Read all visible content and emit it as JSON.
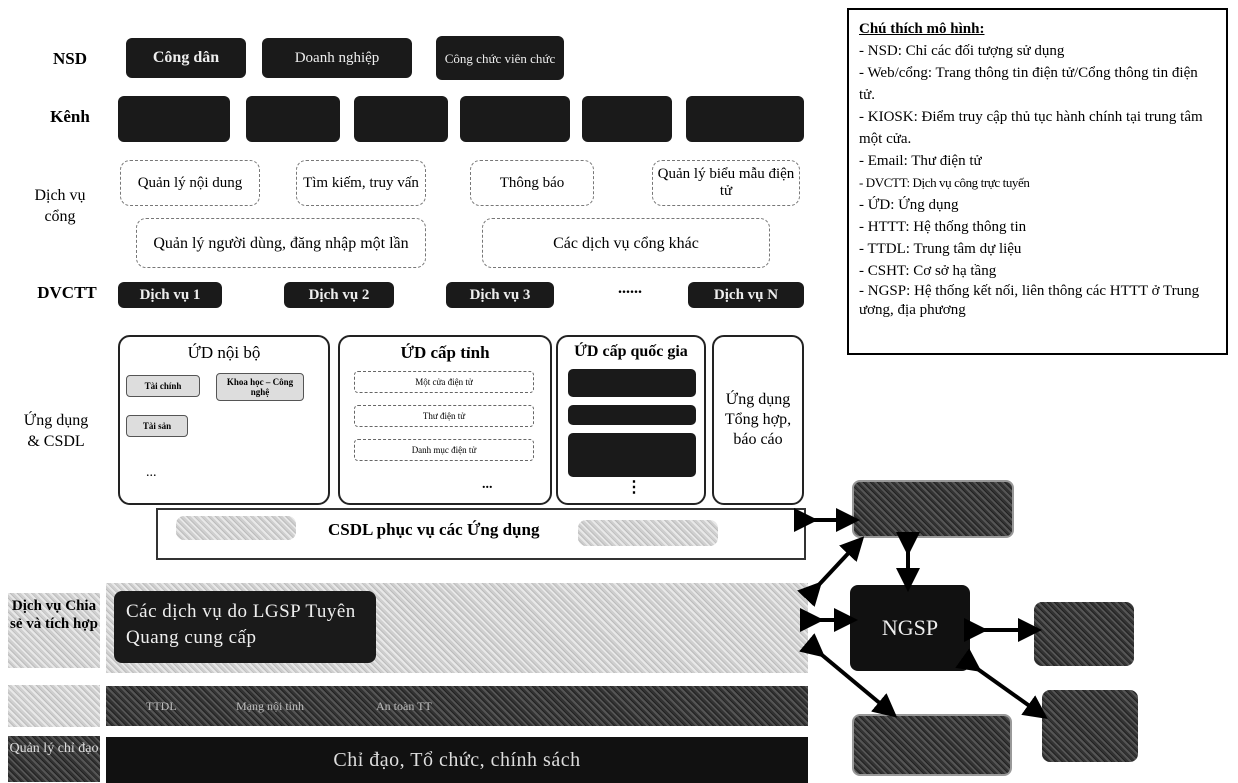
{
  "rows": {
    "nsd": "NSD",
    "kenh": "Kênh",
    "dichvu_cong": "Dịch vụ cổng",
    "dvctt": "DVCTT",
    "ungdung": "Ứng dụng & CSDL",
    "tichhop": "Dịch vụ Chia sẻ và tích hợp",
    "quanly": "Quản lý chỉ đạo"
  },
  "nsd": {
    "cong_dan": "Công dân",
    "doanh_nghiep": "Doanh nghiệp",
    "cong_chuc": "Công chức viên chức"
  },
  "dich_vu_cong": {
    "quan_ly_noi_dung": "Quản lý nội dung",
    "tim_kiem": "Tìm kiếm, truy vấn",
    "thong_bao": "Thông báo",
    "bieu_mau": "Quản lý biểu mẫu điện tử",
    "nguoi_dung": "Quản lý người dùng, đăng nhập một lần",
    "cong_khac": "Các dịch vụ cổng khác"
  },
  "dvctt": {
    "dv1": "Dịch vụ 1",
    "dv2": "Dịch vụ 2",
    "dv3": "Dịch vụ 3",
    "dots": "......",
    "dvn": "Dịch vụ N"
  },
  "apps": {
    "noibo": {
      "title": "ỨD nội bộ",
      "tai_chinh": "Tài chính",
      "khoa_hoc": "Khoa học – Công nghệ",
      "tai_san": "Tài sản",
      "more": "..."
    },
    "captinh": {
      "title": "ỨD cấp tỉnh",
      "mot_cua": "Một cửa điện tử",
      "thu_dien_tu": "Thư điện tử",
      "danh_muc": "Danh mục điện tử",
      "more": "..."
    },
    "capqg": {
      "title": "ỨD cấp quốc gia",
      "more": "⋮"
    },
    "tonghop": "Ứng dụng Tổng hợp, báo cáo",
    "csdl": "CSDL phục vụ các Ứng dụng"
  },
  "lgsp": "Các dịch vụ do LGSP Tuyên Quang cung cấp",
  "hatang": {
    "ttdl": "TTDL",
    "mang": "Mạng nội tỉnh",
    "antoan": "An toàn TT"
  },
  "quanly_bar": "Chỉ đạo, Tổ chức, chính sách",
  "ngsp": "NGSP",
  "legend": {
    "title": "Chú thích mô hình:",
    "items": [
      "- NSD: Chỉ các đối tượng sử dụng",
      "- Web/cổng: Trang thông tin điện tử/Cổng thông tin điện tử.",
      "- KIOSK: Điểm truy cập thủ tục hành chính tại trung tâm một cửa.",
      "- Email: Thư điện tử"
    ],
    "dvctt_item": "- DVCTT: Dịch vụ công trực tuyến",
    "items2": [
      "- ỨD: Ứng dụng",
      "- HTTT: Hệ thống thông tin",
      "- TTDL: Trung tâm dự liệu",
      "- CSHT: Cơ sở hạ tầng",
      "- NGSP: Hệ thống kết nối, liên thông các HTTT ở Trung ương, địa phương"
    ]
  },
  "colors": {
    "dark": "#1a1a1a",
    "border": "#222222"
  }
}
